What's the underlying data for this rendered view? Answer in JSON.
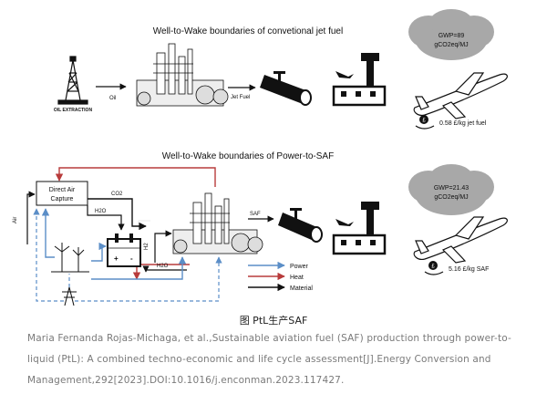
{
  "top": {
    "title": "Well-to-Wake boundaries of convetional jet fuel",
    "oil_extraction_label": "OIL EXTRACTION",
    "oil_label": "Oil",
    "jet_fuel_label": "Jet Fuel",
    "gwp_line1": "GWP=89",
    "gwp_line2": "gCO2eq/MJ",
    "cost_text": "0.58 £/kg jet fuel",
    "currency_symbol": "£"
  },
  "bottom": {
    "title": "Well-to-Wake boundaries of Power-to-SAF",
    "dac_line1": "Direct Air",
    "dac_line2": "Capture",
    "co2_label": "CO2",
    "h2o_label_top": "H2O",
    "h2_label": "H2",
    "h2o_label_bottom": "H2O",
    "air_label": "Air",
    "saf_label": "SAF",
    "gwp_line1": "GWP=21.43",
    "gwp_line2": "gCO2eq/MJ",
    "cost_text": "5.16 £/kg SAF",
    "currency_symbol": "£",
    "electrolyser_plus": "+",
    "electrolyser_minus": "-",
    "legend": [
      {
        "label": "Power",
        "color": "#5b8ec7"
      },
      {
        "label": "Heat",
        "color": "#b83b3b"
      },
      {
        "label": "Material",
        "color": "#111111"
      }
    ]
  },
  "caption": "图   PtL生产SAF",
  "reference": "Maria Fernanda Rojas-Michaga, et al.,Sustainable aviation fuel (SAF) production through power-to-liquid (PtL): A combined techno-economic and life cycle assessment[J].Energy Conversion and Management,292[2023].DOI:10.1016/j.enconman.2023.117427.",
  "colors": {
    "power": "#5b8ec7",
    "heat": "#b83b3b",
    "material": "#111111",
    "cloud": "#a8a8a8"
  }
}
